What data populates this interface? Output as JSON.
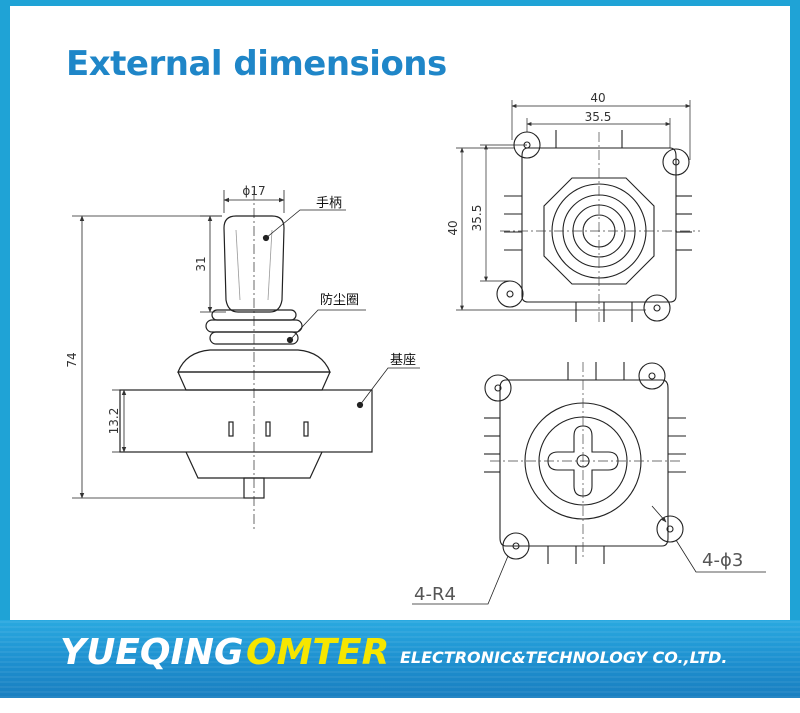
{
  "title": "External dimensions",
  "side_view": {
    "dim_diameter": "ϕ17",
    "dim_handle_height": "31",
    "dim_total_height": "74",
    "dim_base_height": "13.2",
    "label_handle": "手柄",
    "label_boot": "防尘圈",
    "label_base": "基座"
  },
  "top_view": {
    "dim_width_outer": "40",
    "dim_width_inner": "35.5",
    "dim_height_outer": "40",
    "dim_height_inner": "35.5"
  },
  "bottom_view": {
    "label_radius": "4-R4",
    "label_holes": "4-ϕ3"
  },
  "banner": {
    "brand_name": "YUEQING",
    "brand_omter": "OMTER",
    "brand_tagline": "ELECTRONIC&TECHNOLOGY  CO.,LTD."
  },
  "colors": {
    "title": "#1f86c8",
    "frame": "#1fa3d6",
    "banner": "#1d8fcf",
    "brand_yellow": "#f6e600"
  }
}
